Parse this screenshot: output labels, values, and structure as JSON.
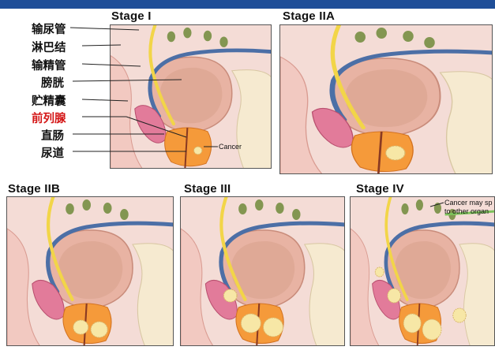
{
  "header": {
    "bar_color": "#1f4e98"
  },
  "stages": [
    {
      "id": "stage-1",
      "title": "Stage I"
    },
    {
      "id": "stage-2a",
      "title": "Stage IIA"
    },
    {
      "id": "stage-2b",
      "title": "Stage IIB"
    },
    {
      "id": "stage-3",
      "title": "Stage III"
    },
    {
      "id": "stage-4",
      "title": "Stage IV"
    }
  ],
  "labels": {
    "ureter": "输尿管",
    "lymph_node": "淋巴结",
    "vas_deferens": "输精管",
    "bladder": "膀胱",
    "seminal_vesicle": "贮精囊",
    "prostate": "前列腺",
    "rectum": "直肠",
    "urethra": "尿道"
  },
  "annotations": {
    "cancer": "Cancer",
    "spread_line1": "Cancer may sp",
    "spread_line2": "to other organ"
  },
  "colors": {
    "prostate_highlight": "#d41616",
    "tissue": "#f4dcd6",
    "bladder": "#e8b3a3",
    "ureter": "#f2d548",
    "vessel": "#4c6fa6",
    "prostate": "#f59a3a",
    "tumor": "#f7e7a6",
    "lymph": "#6f8a3a"
  }
}
